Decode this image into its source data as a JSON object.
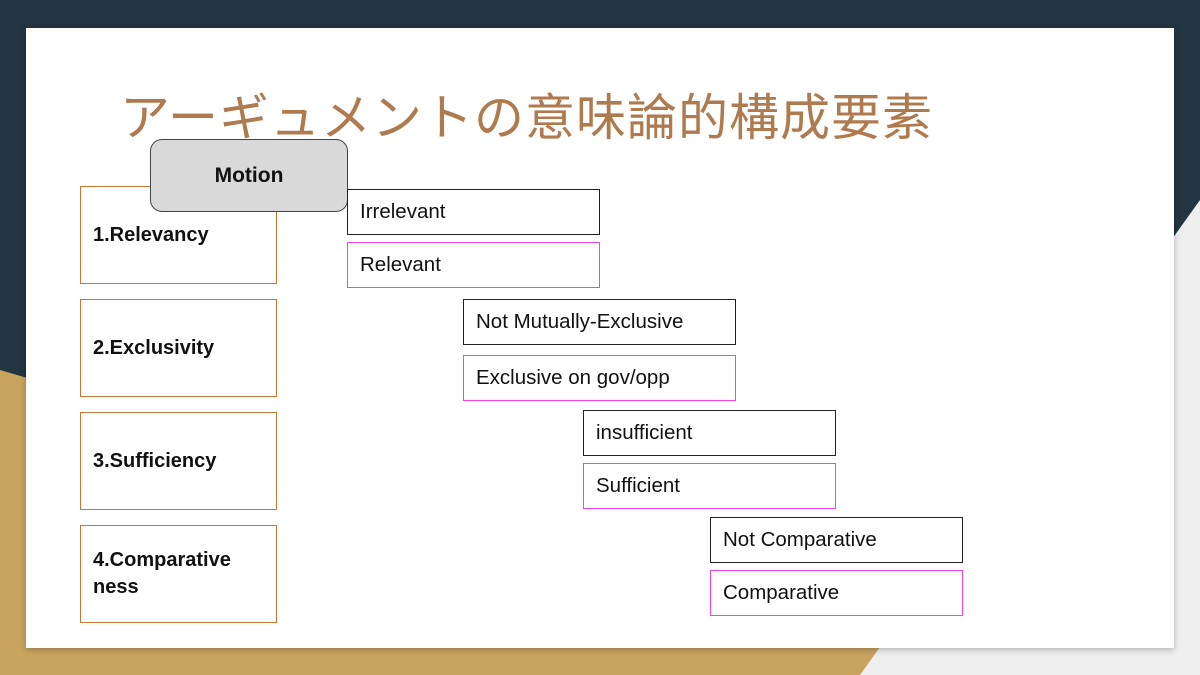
{
  "slide": {
    "title": "アーギュメントの意味論的構成要素",
    "motion_label": "Motion",
    "criteria": [
      {
        "lines": [
          "1.Relevancy"
        ]
      },
      {
        "lines": [
          "2.Exclusivity"
        ]
      },
      {
        "lines": [
          "3.Sufficiency"
        ]
      },
      {
        "lines": [
          "4.Comparative",
          "ness"
        ]
      }
    ],
    "pairs": [
      {
        "negative": "Irrelevant",
        "positive": "Relevant"
      },
      {
        "negative": "Not Mutually-Exclusive",
        "positive": "Exclusive on gov/opp"
      },
      {
        "negative": "insufficient",
        "positive": "Sufficient"
      },
      {
        "negative": "Not Comparative",
        "positive": "Comparative"
      }
    ]
  },
  "colors": {
    "title": "#b07a4f",
    "criterion_border": "#c87833",
    "negative_border": "#222222",
    "positive_border": "#ee44ee",
    "motion_fill": "#d9d9d9",
    "background_dark": "#233540",
    "background_gold": "#c9a45f"
  }
}
